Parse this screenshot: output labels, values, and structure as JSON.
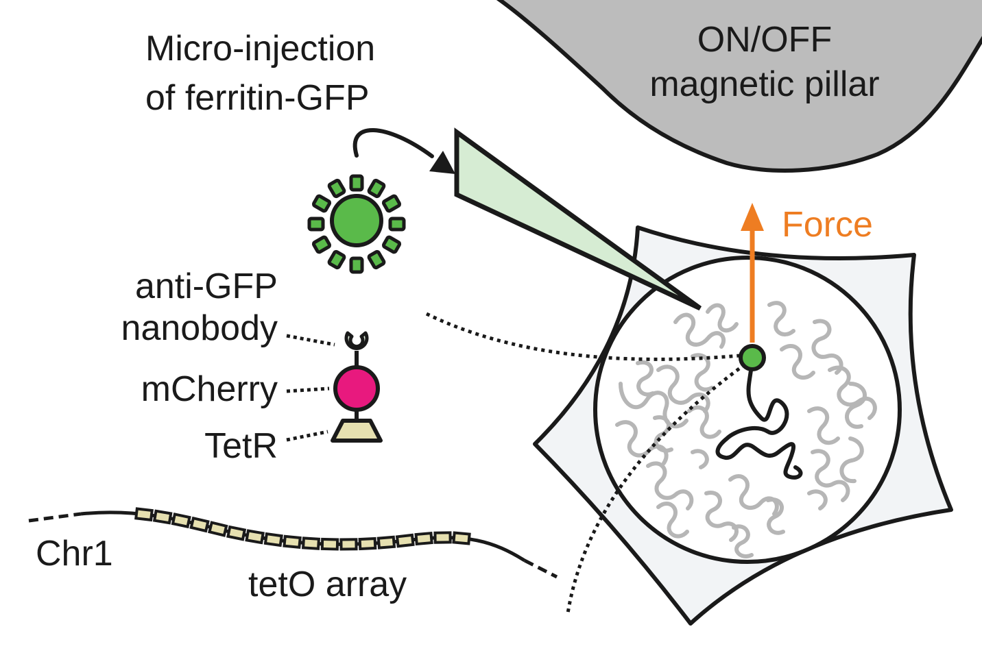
{
  "labels": {
    "injection_line1": "Micro-injection",
    "injection_line2": "of ferritin-GFP",
    "pillar_line1": "ON/OFF",
    "pillar_line2": "magnetic pillar",
    "force": "Force",
    "nanobody_line1": "anti-GFP",
    "nanobody_line2": "nanobody",
    "mcherry": "mCherry",
    "tetr": "TetR",
    "chromosome": "Chr1",
    "array": "tetO array"
  },
  "colors": {
    "pillar": "#bcbcbc",
    "force_arrow": "#ee7d22",
    "ferritin_gfp": "#5aba4a",
    "needle": "#d6ecd3",
    "mcherry": "#e8197e",
    "tetr": "#e6e0b0",
    "nanobody": "#e4f2e0",
    "cell": "#f2f4f6",
    "chromatin": "#b6b6b6"
  }
}
